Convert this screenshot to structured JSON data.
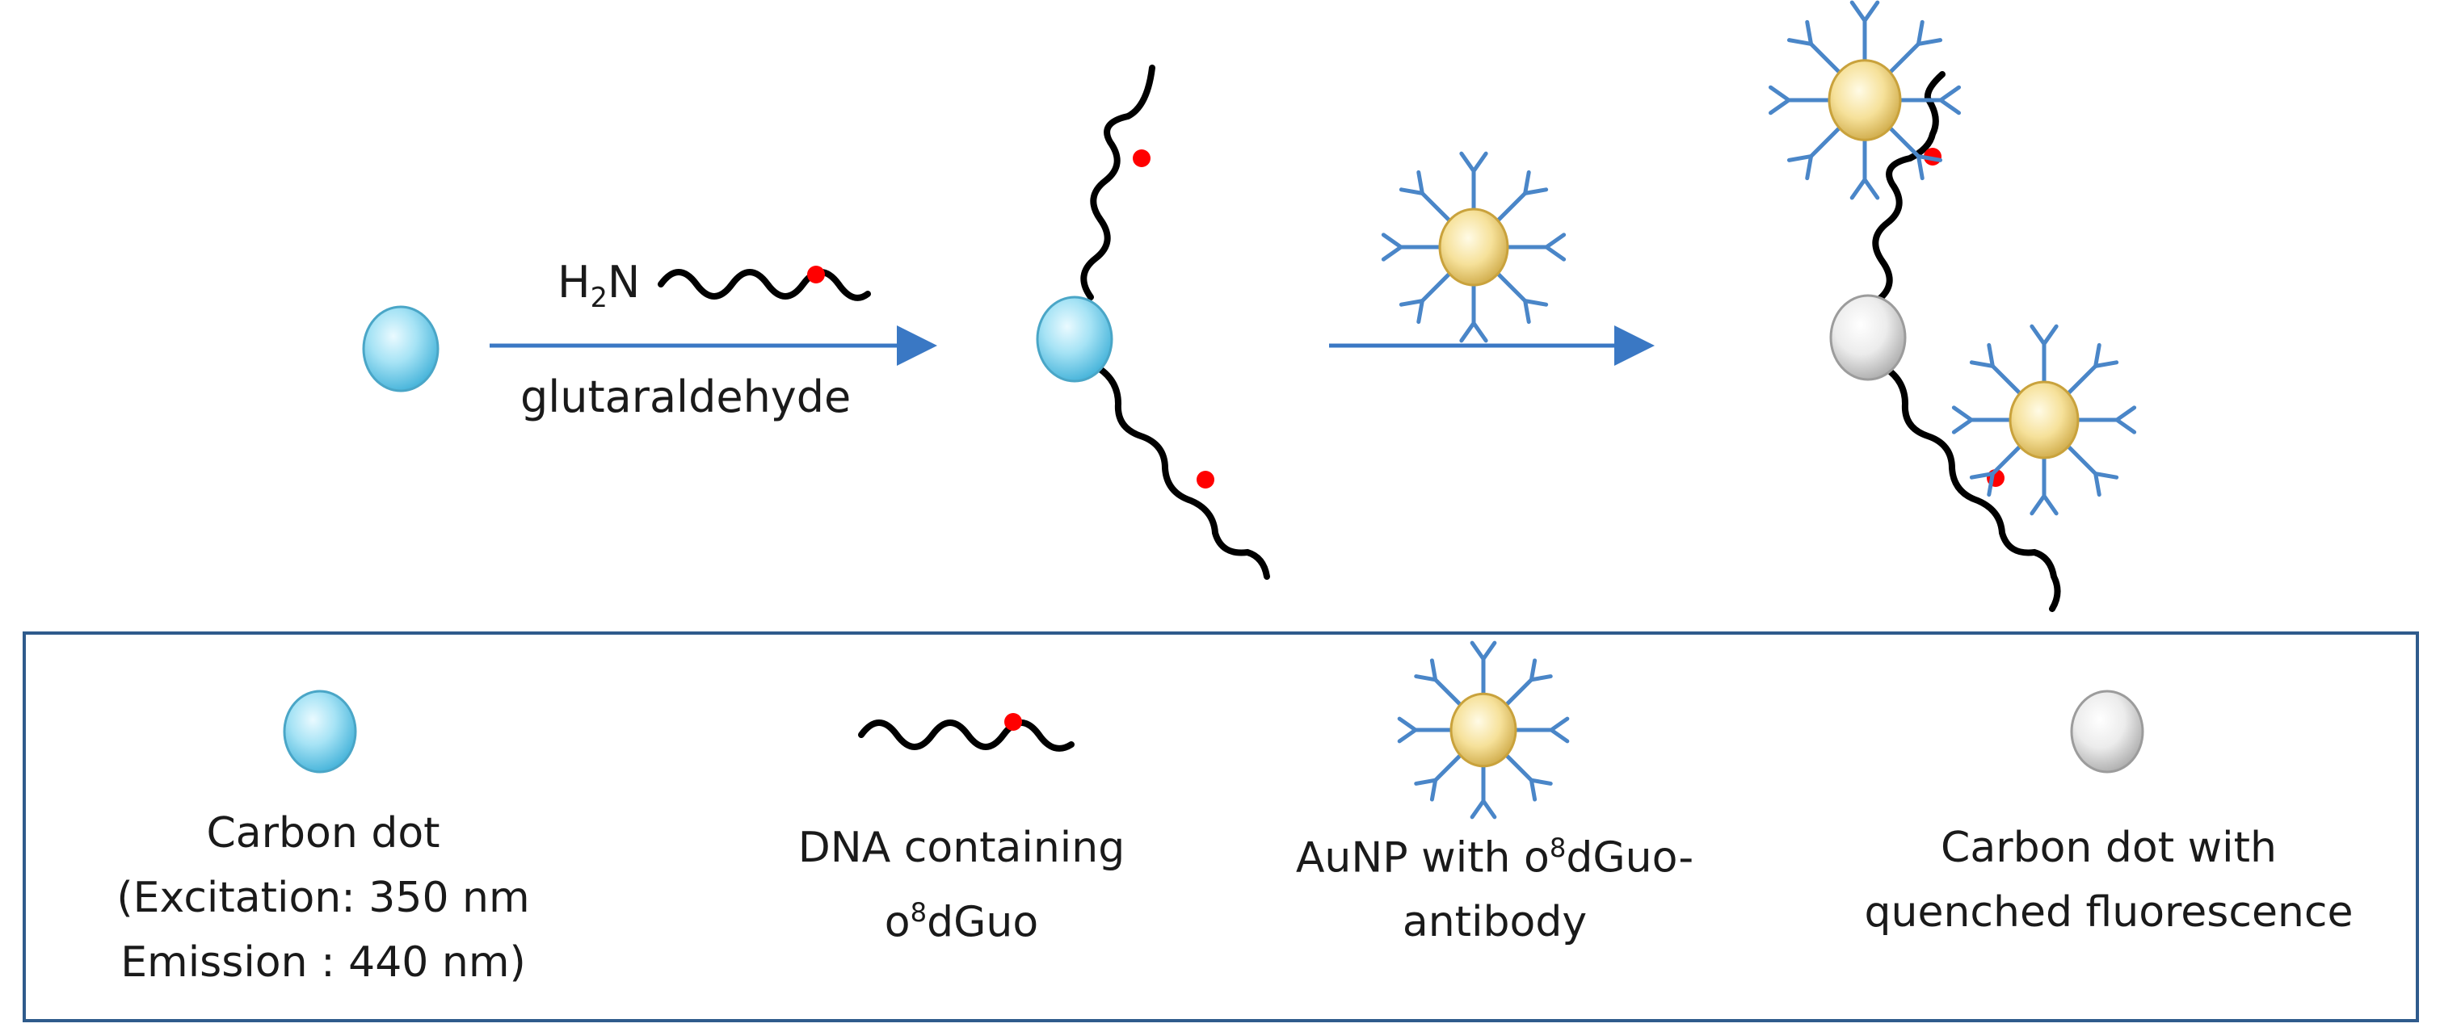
{
  "reaction": {
    "amine_prefix_H": "H",
    "amine_prefix_sub": "2",
    "amine_prefix_N": "N",
    "step1_reagent": "glutaraldehyde"
  },
  "legend": {
    "carbon_dot": {
      "line1": "Carbon dot",
      "line2": "(Excitation: 350 nm",
      "line3": "Emission : 440 nm)"
    },
    "dna": {
      "line1": "DNA containing",
      "line2_pre": "o",
      "line2_sup": "8",
      "line2_post": "dGuo"
    },
    "aunp": {
      "line1_pre": "AuNP with o",
      "line1_sup": "8",
      "line1_post": "dGuo-",
      "line2": "antibody"
    },
    "quenched_dot": {
      "line1": "Carbon dot with",
      "line2": "quenched fluorescence"
    }
  },
  "colors": {
    "carbon_dot": "#7fd3ec",
    "quenched_dot": "#e6e6e6",
    "gold_core": "#f3dc8c",
    "antibody": "#4a86c8",
    "arrow": "#3a78c4",
    "dna_strand": "#000000",
    "modification_dot": "#ff0000",
    "legend_border": "#2f5b8c"
  }
}
